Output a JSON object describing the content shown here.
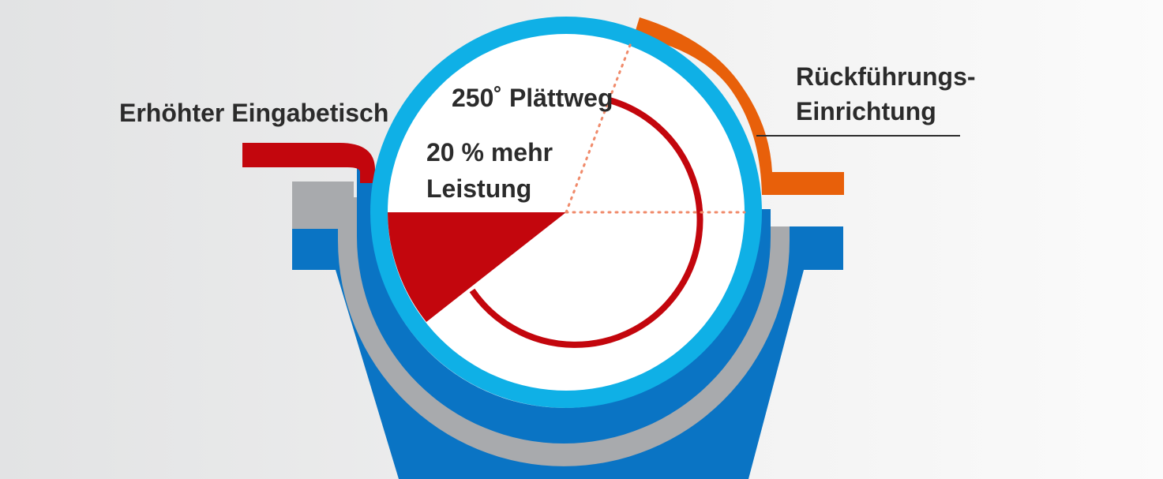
{
  "labels": {
    "feed_table": "Erhöhter Eingabetisch",
    "return_device_line1": "Rückführungs-",
    "return_device_line2": "Einrichtung",
    "ironing_path": "250˚ Plättweg",
    "performance_line1": "20 % mehr",
    "performance_line2": "Leistung"
  },
  "colors": {
    "trough_blue": "#0a74c4",
    "trough_gray": "#a8aaad",
    "roller_ring": "#0fb0e6",
    "feed_red": "#c3060d",
    "return_orange": "#e8600a",
    "dotted_line": "#f08a6a"
  }
}
